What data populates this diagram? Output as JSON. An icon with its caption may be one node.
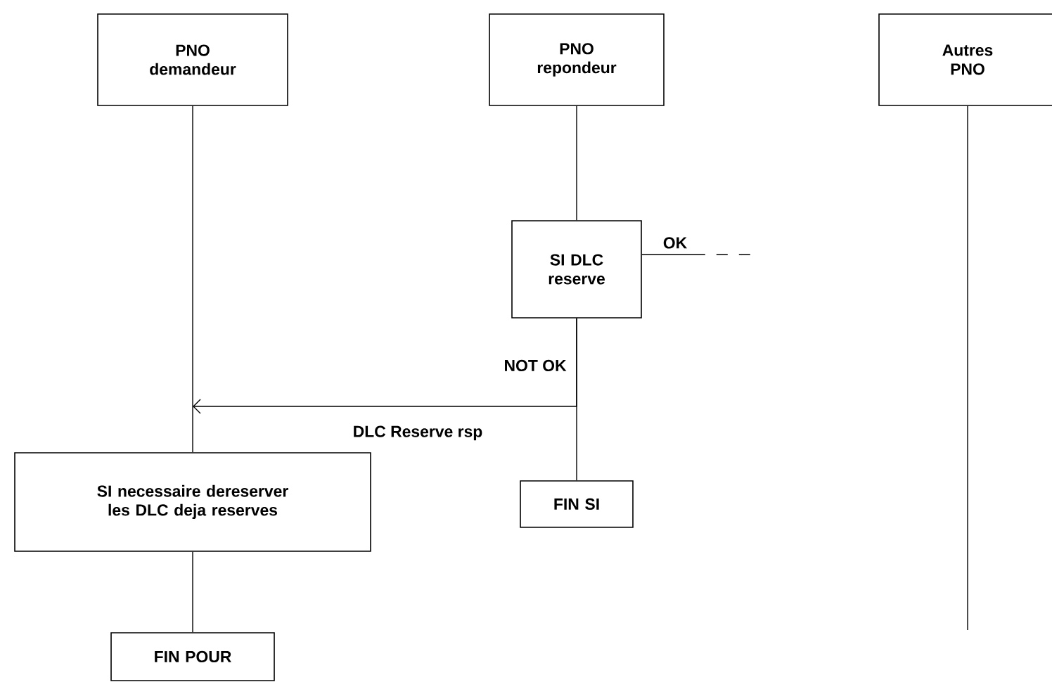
{
  "diagram": {
    "nodes": [
      {
        "text": [
          "PNO demandeur"
        ]
      },
      {
        "text": [
          "PNO repondeur"
        ]
      },
      {
        "text": [
          "Autres PNO"
        ]
      },
      {
        "text": [
          "SI DLC reserve"
        ]
      },
      {
        "text": [
          "SI necessaire dereserver les DLC deja reserves"
        ]
      },
      {
        "text": [
          "FIN SI"
        ]
      },
      {
        "text": [
          "FIN POUR"
        ]
      }
    ],
    "edges": [
      {
        "from": 0,
        "to": 4,
        "arrow": "none"
      },
      {
        "from": 4,
        "to": 6,
        "arrow": "none"
      },
      {
        "from": 1,
        "to": 3,
        "arrow": "none"
      },
      {
        "from": 3,
        "to": 5,
        "arrow": "none",
        "label": "NOT OK"
      },
      {
        "from": 2,
        "to": null,
        "arrow": "none"
      },
      {
        "from": 3,
        "to": null,
        "arrow": "none",
        "label": "OK",
        "style": "dashed"
      },
      {
        "from": 3,
        "to": null,
        "arrow": "to",
        "label": "DLC Reserve rsp"
      }
    ]
  }
}
